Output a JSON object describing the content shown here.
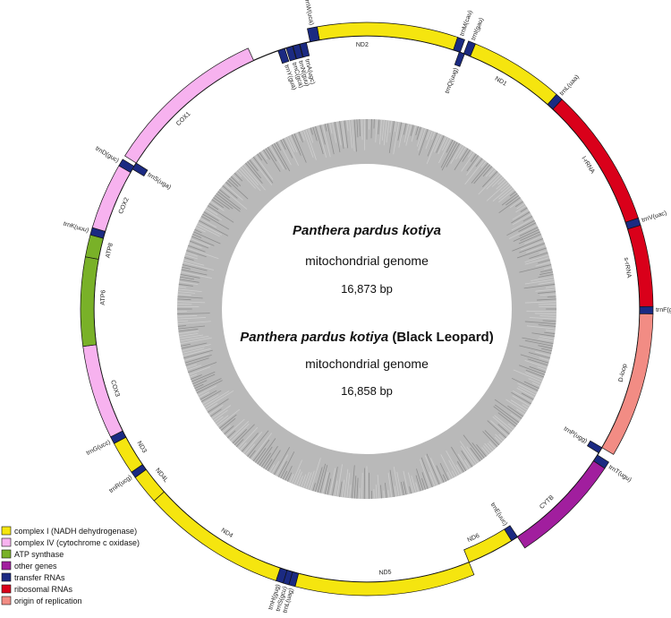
{
  "title_block_1": {
    "species": "Panthera pardus kotiya",
    "suffix": "",
    "subtitle": "mitochondrial genome",
    "length": "16,873 bp"
  },
  "title_block_2": {
    "species": "Panthera pardus kotiya",
    "suffix": " (Black Leopard)",
    "subtitle": "mitochondrial genome",
    "length": "16,858 bp"
  },
  "colors": {
    "complex_I": "#f5e50f",
    "complex_IV": "#f7b2ef",
    "atp": "#79b128",
    "other": "#a11e9e",
    "trna": "#1b2a82",
    "rrna": "#d9001a",
    "origin": "#f28c84",
    "ring": "#b9b9b9",
    "ring_dark": "#8e8e8e"
  },
  "genes": [
    {
      "name": "ND2",
      "cat": "complex_I",
      "strand": "out",
      "start": 350.0,
      "end": 18.5,
      "label_pos": 359.0
    },
    {
      "name": "trnW(uca)",
      "cat": "trna",
      "strand": "out",
      "start": 348.0,
      "end": 350.0,
      "label_pos": 349.0
    },
    {
      "name": "trnM(cau)",
      "cat": "trna",
      "strand": "out",
      "start": 18.5,
      "end": 20.0,
      "label_pos": 19.2
    },
    {
      "name": "trnI(gau)",
      "cat": "trna",
      "strand": "out",
      "start": 20.8,
      "end": 22.3,
      "label_pos": 21.6
    },
    {
      "name": "trnQ(uug)",
      "cat": "trna",
      "strand": "in",
      "start": 19.8,
      "end": 21.0,
      "label_pos": 20.4
    },
    {
      "name": "ND1",
      "cat": "complex_I",
      "strand": "out",
      "start": 22.3,
      "end": 41.5,
      "label_pos": 30.5
    },
    {
      "name": "trnL(uaa)",
      "cat": "trna",
      "strand": "out",
      "start": 41.5,
      "end": 43.0,
      "label_pos": 42.2
    },
    {
      "name": "l-rRNA",
      "cat": "rrna",
      "strand": "out",
      "start": 43.0,
      "end": 71.5,
      "label_pos": 57.0
    },
    {
      "name": "trnV(uac)",
      "cat": "trna",
      "strand": "out",
      "start": 71.5,
      "end": 73.0,
      "label_pos": 72.2
    },
    {
      "name": "s-rRNA",
      "cat": "rrna",
      "strand": "out",
      "start": 73.0,
      "end": 89.5,
      "label_pos": 81.0
    },
    {
      "name": "trnF(gaa)",
      "cat": "trna",
      "strand": "out",
      "start": 89.5,
      "end": 91.0,
      "label_pos": 90.2
    },
    {
      "name": "D-loop",
      "cat": "origin",
      "strand": "out",
      "start": 91.0,
      "end": 120.5,
      "label_pos": 104.0
    },
    {
      "name": "trnP(ugg)",
      "cat": "trna",
      "strand": "in",
      "start": 120.5,
      "end": 121.8,
      "label_pos": 121.1
    },
    {
      "name": "trnT(ugu)",
      "cat": "trna",
      "strand": "out",
      "start": 122.3,
      "end": 123.8,
      "label_pos": 123.0
    },
    {
      "name": "CYTB",
      "cat": "other",
      "strand": "out",
      "start": 123.8,
      "end": 146.5,
      "label_pos": 137.0
    },
    {
      "name": "trnE(uuc)",
      "cat": "trna",
      "strand": "in",
      "start": 146.5,
      "end": 148.0,
      "label_pos": 147.2
    },
    {
      "name": "ND6",
      "cat": "complex_I",
      "strand": "in",
      "start": 148.0,
      "end": 158.0,
      "label_pos": 155.0
    },
    {
      "name": "ND5",
      "cat": "complex_I",
      "strand": "out",
      "start": 158.0,
      "end": 194.5,
      "label_pos": 176.0
    },
    {
      "name": "trnL(uag)",
      "cat": "trna",
      "strand": "out",
      "start": 194.5,
      "end": 195.8,
      "label_pos": 195.1
    },
    {
      "name": "trnS(gcu)",
      "cat": "trna",
      "strand": "out",
      "start": 195.8,
      "end": 197.0,
      "label_pos": 196.4
    },
    {
      "name": "trnH(gug)",
      "cat": "trna",
      "strand": "out",
      "start": 197.0,
      "end": 198.5,
      "label_pos": 197.8
    },
    {
      "name": "ND4",
      "cat": "complex_I",
      "strand": "out",
      "start": 198.5,
      "end": 228.0,
      "label_pos": 212.0
    },
    {
      "name": "ND4L",
      "cat": "complex_I",
      "strand": "out",
      "start": 228.0,
      "end": 234.0,
      "label_pos": 231.0
    },
    {
      "name": "trnR(ucg)",
      "cat": "trna",
      "strand": "out",
      "start": 234.0,
      "end": 235.3,
      "label_pos": 234.6
    },
    {
      "name": "ND3",
      "cat": "complex_I",
      "strand": "out",
      "start": 235.3,
      "end": 242.0,
      "label_pos": 238.5
    },
    {
      "name": "trnG(ucc)",
      "cat": "trna",
      "strand": "out",
      "start": 242.0,
      "end": 243.5,
      "label_pos": 242.7
    },
    {
      "name": "COX3",
      "cat": "complex_IV",
      "strand": "out",
      "start": 243.5,
      "end": 262.5,
      "label_pos": 252.5
    },
    {
      "name": "ATP6",
      "cat": "atp",
      "strand": "out",
      "start": 262.5,
      "end": 280.5,
      "label_pos": 272.5
    },
    {
      "name": "ATP8",
      "cat": "atp",
      "strand": "out",
      "start": 280.5,
      "end": 285.0,
      "label_pos": 282.8
    },
    {
      "name": "trnK(uuu)",
      "cat": "trna",
      "strand": "out",
      "start": 285.0,
      "end": 286.5,
      "label_pos": 285.7
    },
    {
      "name": "COX2",
      "cat": "complex_IV",
      "strand": "out",
      "start": 286.5,
      "end": 300.0,
      "label_pos": 293.0
    },
    {
      "name": "trnD(guc)",
      "cat": "trna",
      "strand": "out",
      "start": 300.0,
      "end": 301.5,
      "label_pos": 300.7
    },
    {
      "name": "trnS(uga)",
      "cat": "trna",
      "strand": "in",
      "start": 300.8,
      "end": 302.3,
      "label_pos": 301.6
    },
    {
      "name": "COX1",
      "cat": "complex_IV",
      "strand": "out",
      "start": 302.3,
      "end": 335.5,
      "label_pos": 316.0
    },
    {
      "name": "trnY(gua)",
      "cat": "trna",
      "strand": "in",
      "start": 341.0,
      "end": 342.5,
      "label_pos": 341.7
    },
    {
      "name": "trnC(gca)",
      "cat": "trna",
      "strand": "in",
      "start": 342.8,
      "end": 344.2,
      "label_pos": 343.5
    },
    {
      "name": "trnN(guu)",
      "cat": "trna",
      "strand": "in",
      "start": 344.3,
      "end": 345.7,
      "label_pos": 345.0
    },
    {
      "name": "trnA(ugc)",
      "cat": "trna",
      "strand": "in",
      "start": 345.8,
      "end": 347.2,
      "label_pos": 346.5
    }
  ],
  "legend": [
    {
      "label": "complex I (NADH dehydrogenase)",
      "cat": "complex_I"
    },
    {
      "label": "complex IV (cytochrome c oxidase)",
      "cat": "complex_IV"
    },
    {
      "label": "ATP synthase",
      "cat": "atp"
    },
    {
      "label": "other genes",
      "cat": "other"
    },
    {
      "label": "transfer RNAs",
      "cat": "trna"
    },
    {
      "label": "ribosomal RNAs",
      "cat": "rrna"
    },
    {
      "label": "origin of replication",
      "cat": "origin"
    }
  ]
}
